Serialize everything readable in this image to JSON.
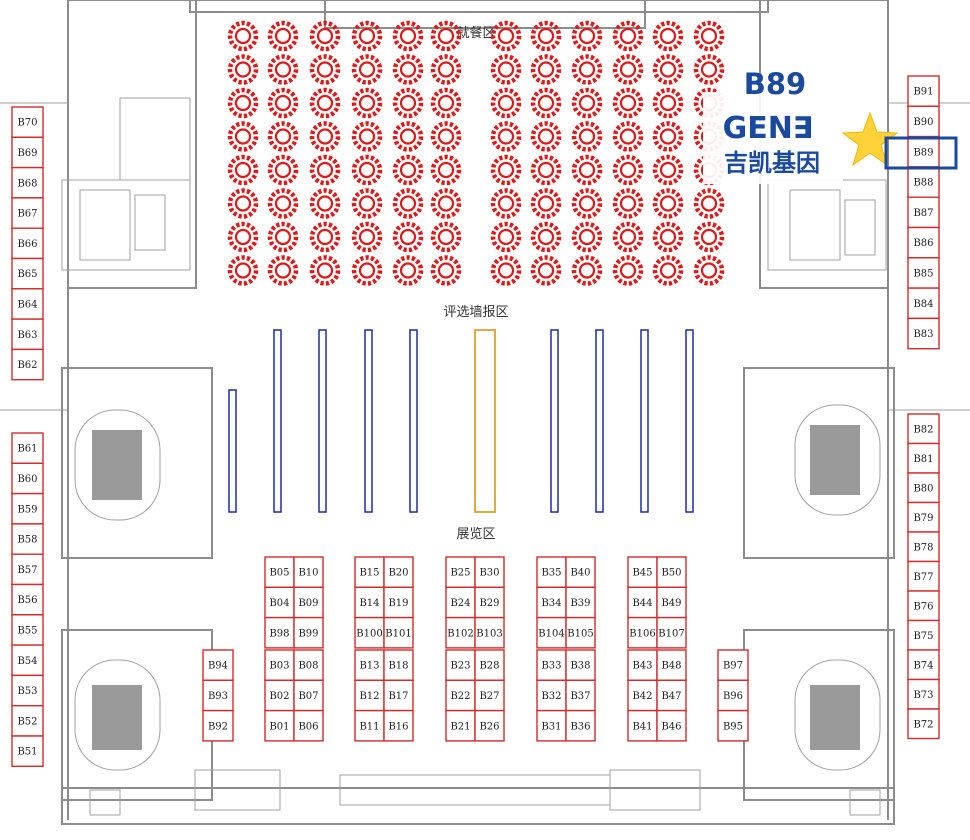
{
  "zones": {
    "dining": "就餐区",
    "poster": "评选墙报区",
    "exhibition": "展览区"
  },
  "highlight": {
    "booth": "B89",
    "brand_latin": "GEN∃",
    "brand_cn": "吉凯基因",
    "marker_icon": "star-icon",
    "accent_color": "#1a4aa0",
    "star_color": "#ffd23a"
  },
  "colors": {
    "booth_stroke": "#d42a2a",
    "table_stroke": "#e01818",
    "panel_stroke": "#1f2aa8",
    "featured_panel_stroke": "#e0a030",
    "wall_stroke": "#8c8c8c"
  },
  "booths": {
    "left_upper": [
      "B70",
      "B69",
      "B68",
      "B67",
      "B66",
      "B65",
      "B64",
      "B63",
      "B62"
    ],
    "left_lower": [
      "B61",
      "B60",
      "B59",
      "B58",
      "B57",
      "B56",
      "B55",
      "B54",
      "B53",
      "B52",
      "B51"
    ],
    "right_upper": [
      "B91",
      "B90",
      "B89",
      "B88",
      "B87",
      "B86",
      "B85",
      "B84",
      "B83"
    ],
    "right_lower": [
      "B82",
      "B81",
      "B80",
      "B79",
      "B78",
      "B77",
      "B76",
      "B75",
      "B74",
      "B73",
      "B72"
    ],
    "islands": [
      {
        "upper": [
          [
            "B05",
            "B10"
          ],
          [
            "B04",
            "B09"
          ],
          [
            "B98",
            "B99"
          ]
        ],
        "lower": [
          [
            "B03",
            "B08"
          ],
          [
            "B02",
            "B07"
          ],
          [
            "B01",
            "B06"
          ]
        ]
      },
      {
        "upper": [
          [
            "B15",
            "B20"
          ],
          [
            "B14",
            "B19"
          ],
          [
            "B100",
            "B101"
          ]
        ],
        "lower": [
          [
            "B13",
            "B18"
          ],
          [
            "B12",
            "B17"
          ],
          [
            "B11",
            "B16"
          ]
        ]
      },
      {
        "upper": [
          [
            "B25",
            "B30"
          ],
          [
            "B24",
            "B29"
          ],
          [
            "B102",
            "B103"
          ]
        ],
        "lower": [
          [
            "B23",
            "B28"
          ],
          [
            "B22",
            "B27"
          ],
          [
            "B21",
            "B26"
          ]
        ]
      },
      {
        "upper": [
          [
            "B35",
            "B40"
          ],
          [
            "B34",
            "B39"
          ],
          [
            "B104",
            "B105"
          ]
        ],
        "lower": [
          [
            "B33",
            "B38"
          ],
          [
            "B32",
            "B37"
          ],
          [
            "B31",
            "B36"
          ]
        ]
      },
      {
        "upper": [
          [
            "B45",
            "B50"
          ],
          [
            "B44",
            "B49"
          ],
          [
            "B106",
            "B107"
          ]
        ],
        "lower": [
          [
            "B43",
            "B48"
          ],
          [
            "B42",
            "B47"
          ],
          [
            "B41",
            "B46"
          ]
        ]
      }
    ],
    "left_small": [
      "B94",
      "B93",
      "B92"
    ],
    "right_small": [
      "B97",
      "B96",
      "B95"
    ]
  },
  "dining_tables": {
    "columns": 12,
    "rows": 8,
    "layout": "banquet-rounds"
  },
  "poster_panels": {
    "count": 10,
    "featured_index": 5
  }
}
